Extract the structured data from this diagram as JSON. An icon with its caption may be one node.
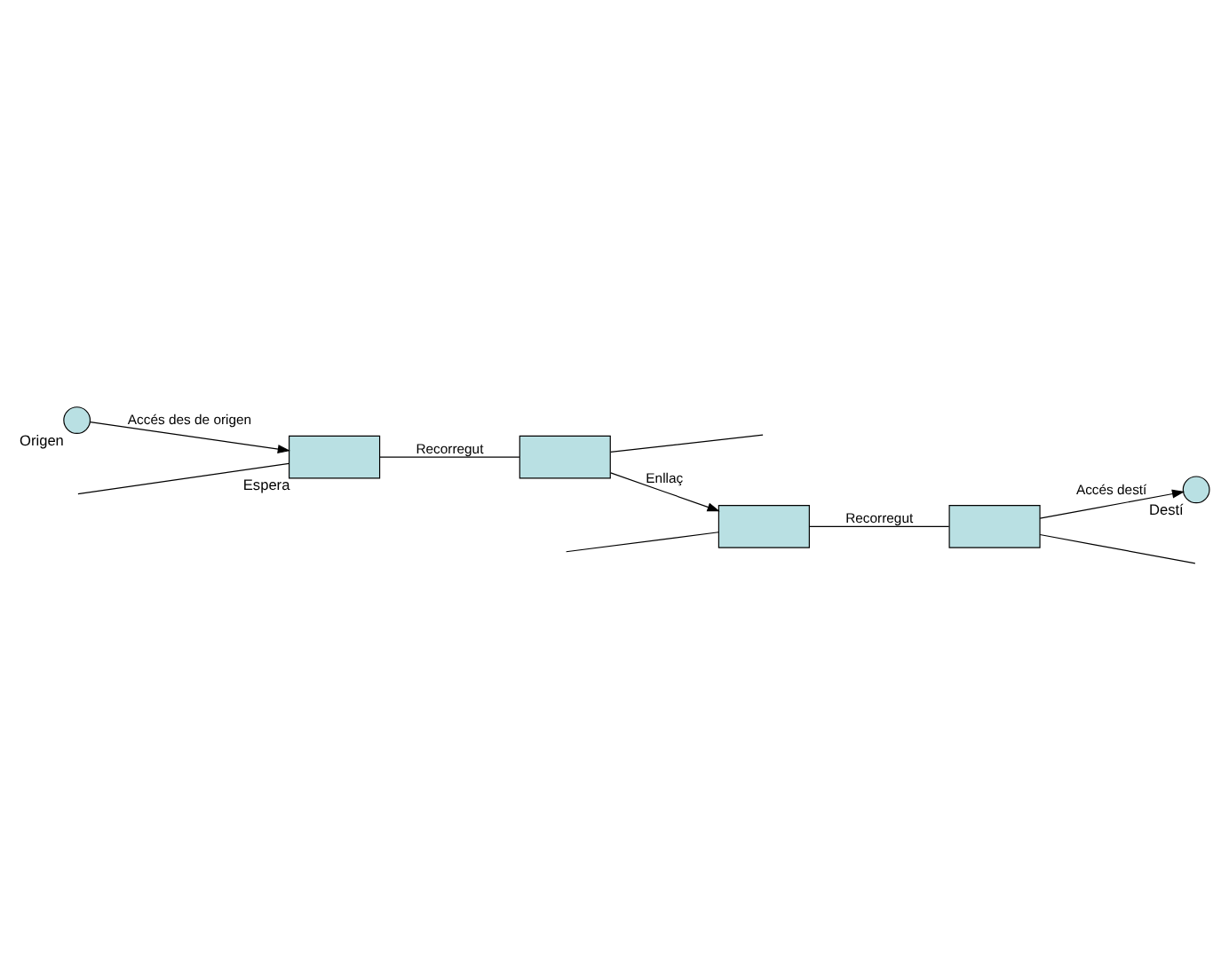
{
  "diagram": {
    "nodes": [
      {
        "text": [],
        "shape": "circle",
        "beside": [
          "Origen"
        ]
      },
      {
        "text": [],
        "shape": "box",
        "beside": [
          "Espera"
        ]
      },
      {
        "text": [],
        "shape": "box"
      },
      {
        "text": [],
        "shape": "box"
      },
      {
        "text": [],
        "shape": "box"
      },
      {
        "text": [],
        "shape": "circle",
        "beside": [
          "Destí"
        ]
      }
    ],
    "edges": [
      {
        "from": 0,
        "to": 1,
        "arrow": "to",
        "label": "Accés des de origen"
      },
      {
        "from": null,
        "to": 1,
        "arrow": "none"
      },
      {
        "from": 1,
        "to": 2,
        "arrow": "none",
        "label": "Recorregut"
      },
      {
        "from": 2,
        "to": null,
        "arrow": "none"
      },
      {
        "from": 2,
        "to": 3,
        "arrow": "to",
        "label": "Enllaç"
      },
      {
        "from": null,
        "to": 3,
        "arrow": "none"
      },
      {
        "from": 3,
        "to": 4,
        "arrow": "none",
        "label": "Recorregut"
      },
      {
        "from": 4,
        "to": null,
        "arrow": "none"
      },
      {
        "from": 4,
        "to": 5,
        "arrow": "to",
        "label": "Accés destí"
      }
    ]
  }
}
